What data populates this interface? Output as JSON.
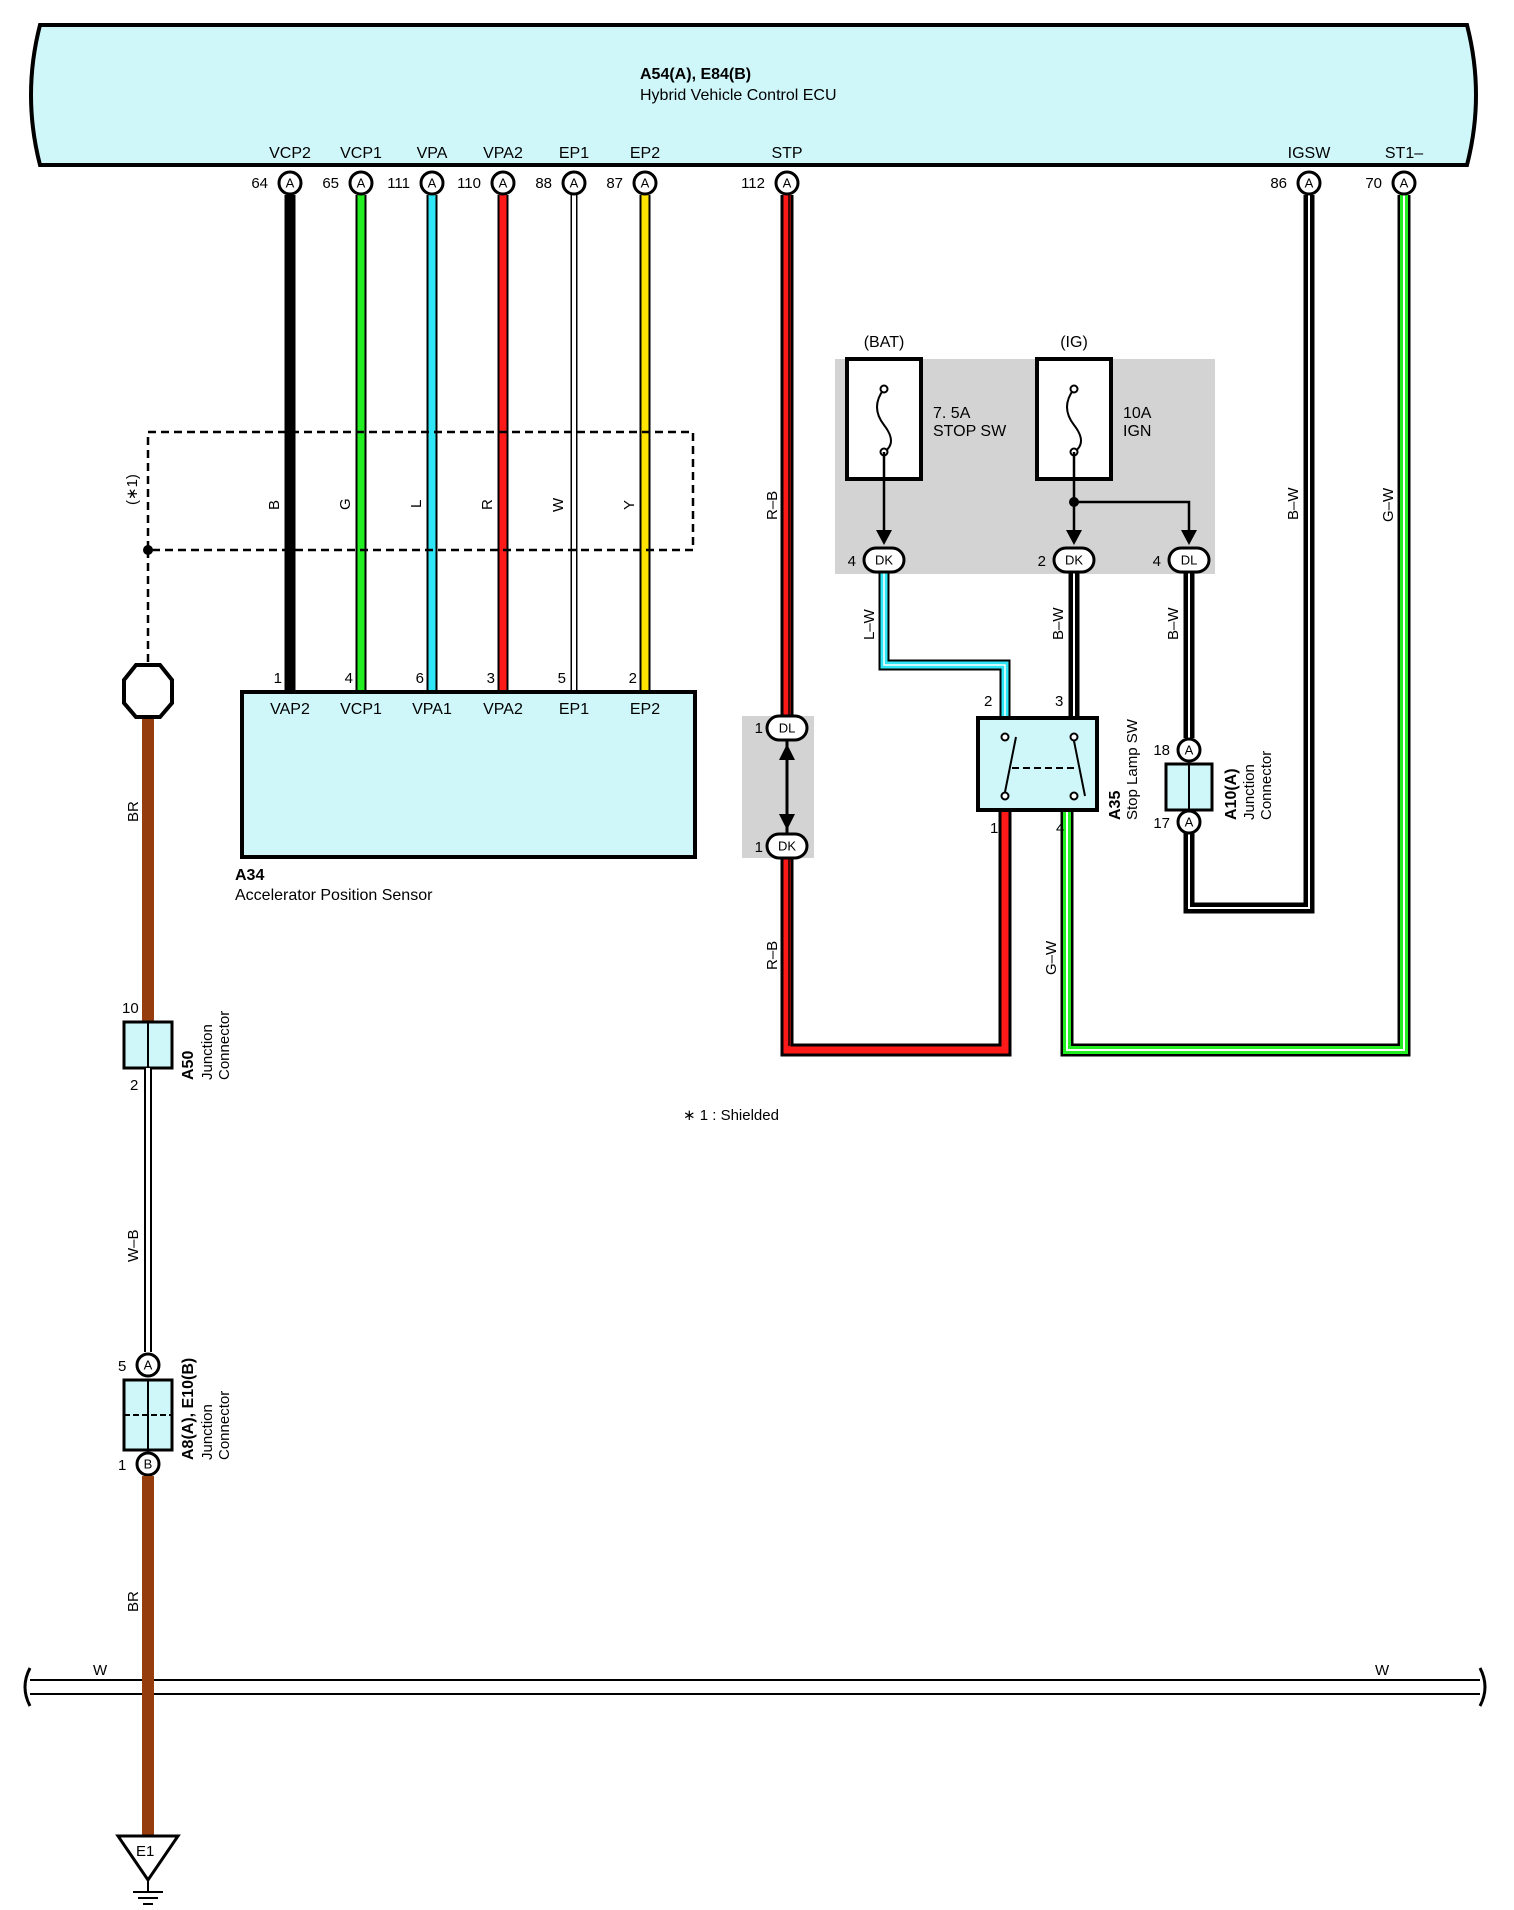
{
  "ecu": {
    "id": "A54(A), E84(B)",
    "name": "Hybrid Vehicle Control ECU",
    "terminals": [
      {
        "name": "VCP2",
        "pin": "64",
        "conn": "A"
      },
      {
        "name": "VCP1",
        "pin": "65",
        "conn": "A"
      },
      {
        "name": "VPA",
        "pin": "111",
        "conn": "A"
      },
      {
        "name": "VPA2",
        "pin": "110",
        "conn": "A"
      },
      {
        "name": "EP1",
        "pin": "88",
        "conn": "A"
      },
      {
        "name": "EP2",
        "pin": "87",
        "conn": "A"
      },
      {
        "name": "STP",
        "pin": "112",
        "conn": "A"
      },
      {
        "name": "IGSW",
        "pin": "86",
        "conn": "A"
      },
      {
        "name": "ST1–",
        "pin": "70",
        "conn": "A"
      }
    ]
  },
  "wires": {
    "b": "B",
    "g": "G",
    "l": "L",
    "r": "R",
    "w": "W",
    "y": "Y",
    "rb": "R–B",
    "bw": "B–W",
    "gw": "G–W",
    "lw": "L–W",
    "br": "BR",
    "wb": "W–B"
  },
  "colors": {
    "black": "#000000",
    "green": "#22ee22",
    "cyan": "#2ee6f5",
    "red": "#ff1a1a",
    "yellow": "#ffe400",
    "brown": "#963d0d",
    "white": "#ffffff",
    "box": "#cff7fa"
  },
  "shield": {
    "label": "(∗1)",
    "note": "∗ 1 : Shielded"
  },
  "sensor": {
    "id": "A34",
    "name": "Accelerator Position Sensor",
    "terminals": [
      {
        "name": "VAP2",
        "pin": "1"
      },
      {
        "name": "VCP1",
        "pin": "4"
      },
      {
        "name": "VPA1",
        "pin": "6"
      },
      {
        "name": "VPA2",
        "pin": "3"
      },
      {
        "name": "EP1",
        "pin": "5"
      },
      {
        "name": "EP2",
        "pin": "2"
      }
    ]
  },
  "fuses": {
    "bat": {
      "source": "(BAT)",
      "rating": "7. 5A",
      "name": "STOP SW"
    },
    "ig": {
      "source": "(IG)",
      "rating": "10A",
      "name": "IGN"
    }
  },
  "junction_blocks": {
    "dk4": {
      "pin": "4",
      "conn": "DK"
    },
    "dk2": {
      "pin": "2",
      "conn": "DK"
    },
    "dl4": {
      "pin": "4",
      "conn": "DL"
    },
    "dl1": {
      "pin": "1",
      "conn": "DL"
    },
    "dk1": {
      "pin": "1",
      "conn": "DK"
    }
  },
  "stop_lamp_sw": {
    "id": "A35",
    "name": "Stop Lamp SW",
    "pin2": "2",
    "pin3": "3",
    "pin1": "1",
    "pin4": "4"
  },
  "a10": {
    "id": "A10(A)",
    "name1": "Junction",
    "name2": "Connector",
    "pin_top": "18",
    "pin_bottom": "17",
    "conn": "A"
  },
  "a50": {
    "id": "A50",
    "name1": "Junction",
    "name2": "Connector",
    "pin_top": "10",
    "pin_bottom": "2"
  },
  "a8": {
    "id": "A8(A), E10(B)",
    "name1": "Junction",
    "name2": "Connector",
    "pin_top": "5",
    "conn_top": "A",
    "pin_bottom": "1",
    "conn_bottom": "B"
  },
  "ground_bus": {
    "left": "W",
    "right": "W"
  },
  "ground": {
    "id": "E1"
  }
}
